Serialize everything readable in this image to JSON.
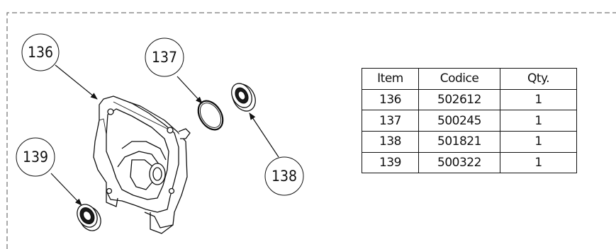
{
  "callouts": [
    {
      "item": "136"
    },
    {
      "item": "137"
    },
    {
      "item": "138"
    },
    {
      "item": "139"
    }
  ],
  "table": {
    "headers": [
      "Item",
      "Codice",
      "Qty."
    ],
    "rows": [
      [
        "136",
        "502612",
        "1"
      ],
      [
        "137",
        "500245",
        "1"
      ],
      [
        "138",
        "501821",
        "1"
      ],
      [
        "139",
        "500322",
        "1"
      ]
    ]
  }
}
